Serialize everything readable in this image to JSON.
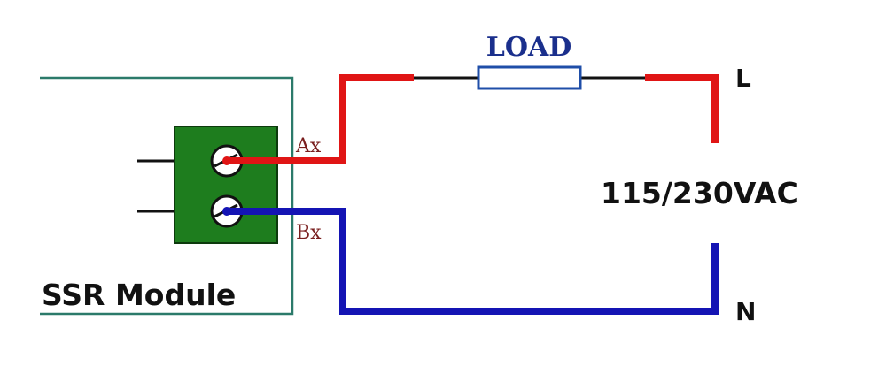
{
  "labels": {
    "load": "LOAD",
    "terminal_a": "Ax",
    "terminal_b": "Bx",
    "line": "L",
    "neutral": "N",
    "supply_voltage": "115/230VAC",
    "module": "SSR Module"
  },
  "colors": {
    "module_border": "#2b7a6a",
    "terminal_block": "#1e7d1e",
    "line_wire": "#e01515",
    "neutral_wire": "#1414b4",
    "lead_wire": "#111111",
    "load_resistor_stroke": "#1f4ea8",
    "load_label": "#1a2f8c",
    "terminal_label": "#7a1f1f"
  }
}
